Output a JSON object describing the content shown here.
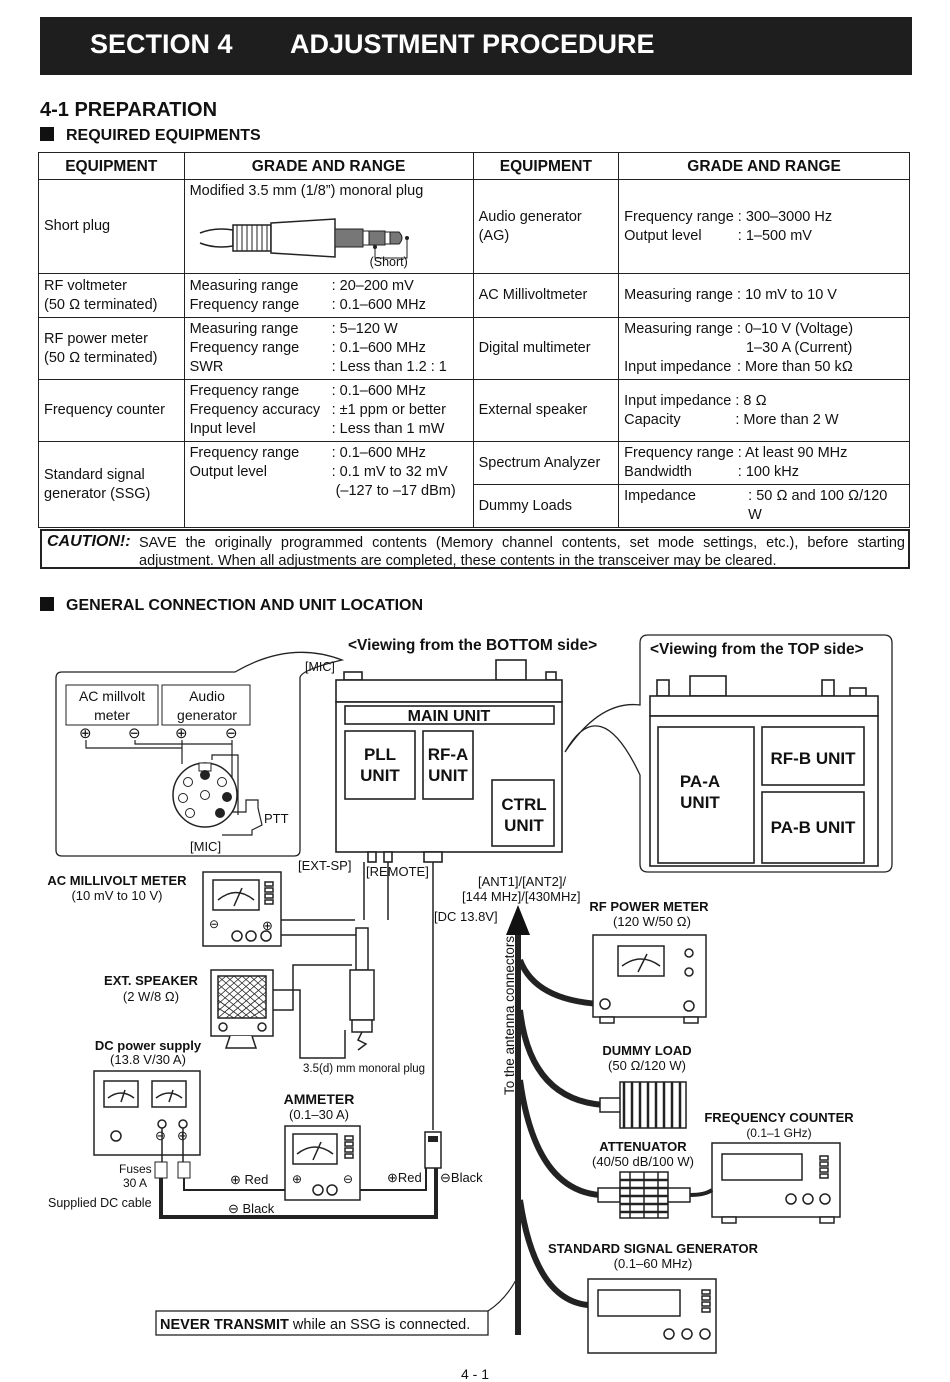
{
  "header": {
    "section": "SECTION 4",
    "title": "ADJUSTMENT PROCEDURE"
  },
  "prep_heading": "4-1 PREPARATION",
  "req_heading": "REQUIRED EQUIPMENTS",
  "table": {
    "headers": [
      "EQUIPMENT",
      "GRADE AND RANGE",
      "EQUIPMENT",
      "GRADE AND RANGE"
    ],
    "short_plug": {
      "name": "Short plug",
      "desc": "Modified 3.5 mm (1/8”) monoral plug",
      "short_label": "(Short)"
    },
    "rf_voltmeter": {
      "name1": "RF voltmeter",
      "name2": "(50 Ω terminated)",
      "rows": [
        [
          "Measuring range",
          ": 20–200 mV"
        ],
        [
          "Frequency range",
          ": 0.1–600 MHz"
        ]
      ]
    },
    "rf_power_meter": {
      "name1": "RF power meter",
      "name2": "(50 Ω terminated)",
      "rows": [
        [
          "Measuring range",
          ": 5–120 W"
        ],
        [
          "Frequency range",
          ": 0.1–600 MHz"
        ],
        [
          "SWR",
          ": Less than 1.2 : 1"
        ]
      ]
    },
    "freq_counter": {
      "name": "Frequency counter",
      "rows": [
        [
          "Frequency range",
          ": 0.1–600 MHz"
        ],
        [
          "Frequency accuracy",
          ": ±1 ppm or better"
        ],
        [
          "Input level",
          ": Less than 1 mW"
        ]
      ]
    },
    "ssg": {
      "name1": "Standard signal",
      "name2": "generator (SSG)",
      "rows": [
        [
          "Frequency range",
          ": 0.1–600 MHz"
        ],
        [
          "Output level",
          ": 0.1 mV to 32 mV"
        ],
        [
          "",
          "(–127 to –17 dBm)"
        ]
      ]
    },
    "audio_gen": {
      "name1": "Audio generator",
      "name2": "(AG)",
      "rows": [
        [
          "Frequency range",
          ": 300–3000 Hz"
        ],
        [
          "Output level",
          ": 1–500 mV"
        ]
      ]
    },
    "ac_milli": {
      "name": "AC Millivoltmeter",
      "rows": [
        [
          "Measuring range",
          ": 10 mV to 10 V"
        ]
      ]
    },
    "dmm": {
      "name": "Digital multimeter",
      "rows": [
        [
          "Measuring range",
          ": 0–10 V (Voltage)"
        ],
        [
          "",
          "1–30 A (Current)"
        ],
        [
          "Input impedance",
          ": More than 50 kΩ"
        ]
      ]
    },
    "ext_spk": {
      "name": "External speaker",
      "rows": [
        [
          "Input impedance",
          ": 8 Ω"
        ],
        [
          "Capacity",
          ": More than 2 W"
        ]
      ]
    },
    "spectrum": {
      "name": "Spectrum Analyzer",
      "rows": [
        [
          "Frequency range",
          ": At least 90 MHz"
        ],
        [
          "Bandwidth",
          ": 100 kHz"
        ]
      ]
    },
    "dummy": {
      "name": "Dummy Loads",
      "rows": [
        [
          "Impedance",
          ": 50 Ω and 100 Ω/120 W"
        ]
      ]
    }
  },
  "caution": {
    "label": "CAUTION!:",
    "text": "SAVE the originally programmed contents (Memory channel contents, set mode settings, etc.), before starting adjustment. When all adjustments are completed, these contents in the transceiver may be cleared."
  },
  "gen_heading": "GENERAL CONNECTION AND UNIT LOCATION",
  "diagram": {
    "bottom_view": "<Viewing from the BOTTOM side>",
    "top_view": "<Viewing from the TOP side>",
    "mic_top": "[MIC]",
    "ac_millivolt_box": [
      "AC millvolt",
      "meter"
    ],
    "audio_gen_box": [
      "Audio",
      "generator"
    ],
    "plus": "⊕",
    "minus": "⊖",
    "ptt": "PTT",
    "mic_bottom": "[MIC]",
    "main_unit": "MAIN UNIT",
    "pll_unit": [
      "PLL",
      "UNIT"
    ],
    "rfa_unit": [
      "RF-A",
      "UNIT"
    ],
    "ctrl_unit": [
      "CTRL",
      "UNIT"
    ],
    "paa_unit": [
      "PA-A",
      "UNIT"
    ],
    "rfb_unit": "RF-B UNIT",
    "pab_unit": "PA-B UNIT",
    "ext_sp": "[EXT-SP]",
    "remote": "[REMOTE]",
    "ant": [
      "[ANT1]/[ANT2]/",
      "[144 MHz]/[430MHz]"
    ],
    "dc138": "[DC 13.8V]",
    "ac_millivolt_meter": [
      "AC MILLIVOLT METER",
      "(10 mV to 10 V)"
    ],
    "ext_speaker": [
      "EXT. SPEAKER",
      "(2 W/8 Ω)"
    ],
    "dc_power": [
      "DC power supply",
      "(13.8 V/30 A)"
    ],
    "plug_label": "3.5(d) mm monoral plug",
    "ammeter": [
      "AMMETER",
      "(0.1–30 A)"
    ],
    "fuses": [
      "Fuses",
      "30 A"
    ],
    "supplied_cable": "Supplied DC cable",
    "red1": "⊕ Red",
    "black1": "⊖ Black",
    "red2": "⊕Red",
    "black2": "⊖Black",
    "to_antenna": "To the antenna connectors",
    "rf_power_meter": [
      "RF POWER METER",
      "(120 W/50 Ω)"
    ],
    "dummy_load": [
      "DUMMY LOAD",
      "(50 Ω/120 W)"
    ],
    "freq_counter": [
      "FREQUENCY COUNTER",
      "(0.1–1 GHz)"
    ],
    "attenuator": [
      "ATTENUATOR",
      "(40/50 dB/100 W)"
    ],
    "ssg": [
      "STANDARD SIGNAL GENERATOR",
      "(0.1–60 MHz)"
    ],
    "never_bold": "NEVER TRANSMIT",
    "never_rest": " while an SSG is connected."
  },
  "page_number": "4 - 1"
}
